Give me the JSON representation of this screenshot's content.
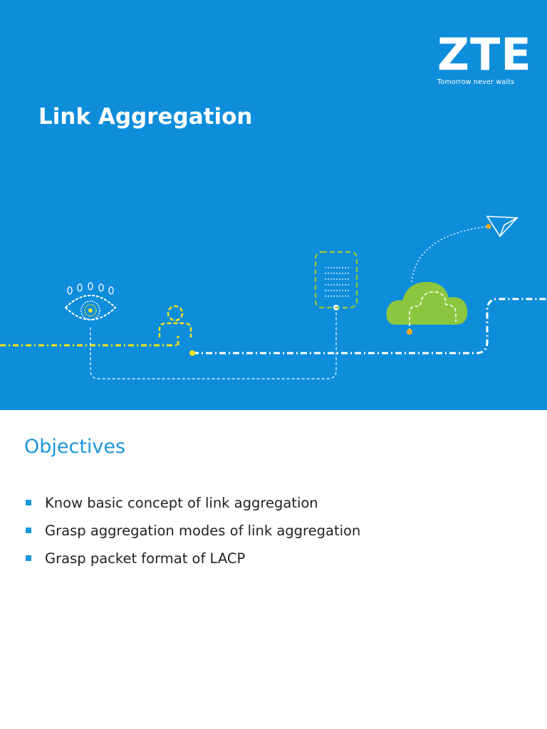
{
  "logo": {
    "name": "ZTE",
    "tagline": "Tomorrow never waits"
  },
  "title": "Link Aggregation",
  "objectives": {
    "heading": "Objectives",
    "items": [
      "Know basic concept of link aggregation",
      "Grasp aggregation modes of link aggregation",
      "Grasp packet format of LACP"
    ]
  },
  "colors": {
    "banner": "#0e8ddb",
    "accent": "#1a96dc",
    "highlight": "#f2e31a",
    "cloud": "#8cc63f"
  },
  "icons": [
    "eye-icon",
    "person-icon",
    "document-icon",
    "cloud-icon",
    "paper-plane-icon"
  ]
}
